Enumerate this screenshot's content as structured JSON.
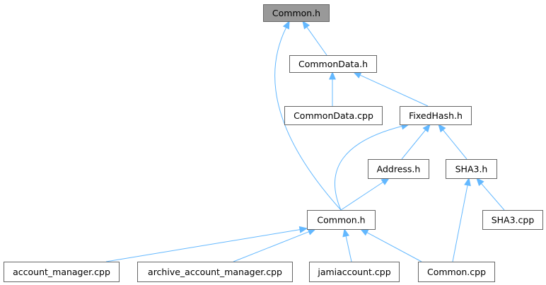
{
  "diagram": {
    "nodes": [
      {
        "id": "common_h_root",
        "label": "Common.h",
        "root": true
      },
      {
        "id": "commondata_h",
        "label": "CommonData.h"
      },
      {
        "id": "commondata_cpp",
        "label": "CommonData.cpp"
      },
      {
        "id": "fixedhash_h",
        "label": "FixedHash.h"
      },
      {
        "id": "address_h",
        "label": "Address.h"
      },
      {
        "id": "sha3_h",
        "label": "SHA3.h"
      },
      {
        "id": "sha3_cpp",
        "label": "SHA3.cpp"
      },
      {
        "id": "common_h_mid",
        "label": "Common.h"
      },
      {
        "id": "account_manager_cpp",
        "label": "account_manager.cpp"
      },
      {
        "id": "archive_account_manager_cpp",
        "label": "archive_account_manager.cpp"
      },
      {
        "id": "jamiaccount_cpp",
        "label": "jamiaccount.cpp"
      },
      {
        "id": "common_cpp",
        "label": "Common.cpp"
      }
    ],
    "edges": [
      {
        "from": "commondata_h",
        "to": "common_h_root"
      },
      {
        "from": "common_h_mid",
        "to": "common_h_root"
      },
      {
        "from": "commondata_cpp",
        "to": "commondata_h"
      },
      {
        "from": "fixedhash_h",
        "to": "commondata_h"
      },
      {
        "from": "address_h",
        "to": "fixedhash_h"
      },
      {
        "from": "sha3_h",
        "to": "fixedhash_h"
      },
      {
        "from": "common_h_mid",
        "to": "fixedhash_h"
      },
      {
        "from": "common_h_mid",
        "to": "address_h"
      },
      {
        "from": "sha3_cpp",
        "to": "sha3_h"
      },
      {
        "from": "common_cpp",
        "to": "sha3_h"
      },
      {
        "from": "account_manager_cpp",
        "to": "common_h_mid"
      },
      {
        "from": "archive_account_manager_cpp",
        "to": "common_h_mid"
      },
      {
        "from": "jamiaccount_cpp",
        "to": "common_h_mid"
      },
      {
        "from": "common_cpp",
        "to": "common_h_mid"
      }
    ],
    "colors": {
      "edge": "#63b8ff",
      "node_border": "#666666",
      "root_fill": "#999999",
      "node_fill": "#ffffff"
    }
  }
}
